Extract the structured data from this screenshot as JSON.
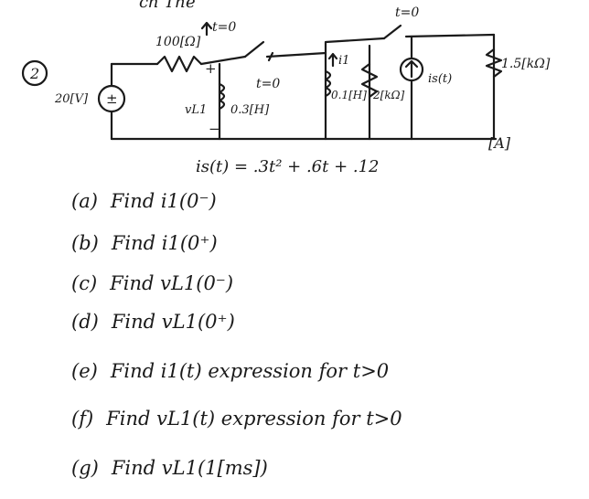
{
  "header_fragment": "ch  The",
  "problem_number": "2",
  "circuit": {
    "source_voltage": "20[V]",
    "source_symbol": "±",
    "resistor_series": "100[Ω]",
    "switch1_label": "t=0",
    "switch2_label": "t=0",
    "switch3_label": "t=0",
    "plus_sign": "+",
    "minus_sign": "−",
    "vL1_label": "vL1",
    "inductor1": "0.3[H]",
    "i1_label": "i1",
    "inductor2": "0.1[H]",
    "resistor_parallel": "2[kΩ]",
    "current_source_label": "is(t)",
    "resistor_right": "1.5[kΩ]"
  },
  "equation": {
    "text": "is(t) = .3t² + .6t + .12",
    "unit": "[A]"
  },
  "questions": [
    {
      "label": "(a)",
      "text": "Find i1(0⁻)"
    },
    {
      "label": "(b)",
      "text": "Find i1(0⁺)"
    },
    {
      "label": "(c)",
      "text": "Find vL1(0⁻)"
    },
    {
      "label": "(d)",
      "text": "Find vL1(0⁺)"
    },
    {
      "label": "(e)",
      "text": "Find i1(t) expression for t>0"
    },
    {
      "label": "(f)",
      "text": "Find vL1(t) expression for t>0"
    },
    {
      "label": "(g)",
      "text": "Find vL1(1[ms])"
    }
  ]
}
